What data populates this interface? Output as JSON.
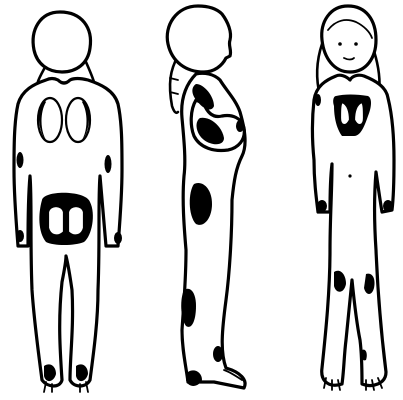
{
  "figures": [
    {
      "view": "back"
    },
    {
      "view": "side"
    },
    {
      "view": "front"
    }
  ],
  "colors": {
    "ink": "#000000",
    "paper": "#ffffff"
  }
}
